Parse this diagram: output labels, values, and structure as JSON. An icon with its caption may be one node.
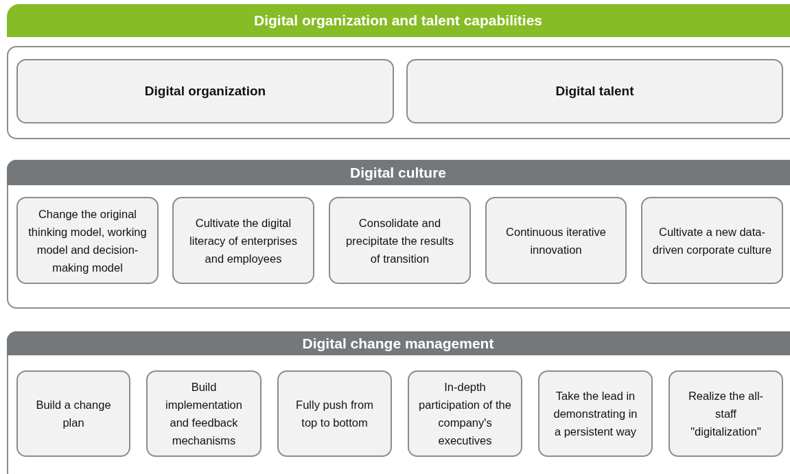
{
  "diagram": {
    "nodes": [
      {
        "text": [
          "Digital organization and talent capabilities"
        ]
      },
      {
        "text": [
          "Digital organization"
        ],
        "in": 0
      },
      {
        "text": [
          "Digital talent"
        ],
        "in": 0
      },
      {
        "text": [
          "Digital culture"
        ]
      },
      {
        "text": [
          "Change the original thinking model, working model and decision-making model"
        ],
        "in": 3
      },
      {
        "text": [
          "Cultivate the digital literacy of enterprises and employees"
        ],
        "in": 3
      },
      {
        "text": [
          "Consolidate and precipitate the results of transition"
        ],
        "in": 3
      },
      {
        "text": [
          "Continuous iterative innovation"
        ],
        "in": 3
      },
      {
        "text": [
          "Cultivate a new data-driven corporate culture"
        ],
        "in": 3
      },
      {
        "text": [
          "Digital change management"
        ]
      },
      {
        "text": [
          "Build a change plan"
        ],
        "in": 9
      },
      {
        "text": [
          "Build implementation and feedback mechanisms"
        ],
        "in": 9
      },
      {
        "text": [
          "Fully push from top to bottom"
        ],
        "in": 9
      },
      {
        "text": [
          "In-depth participation of the company's executives"
        ],
        "in": 9
      },
      {
        "text": [
          "Take the lead in demonstrating in a persistent way"
        ],
        "in": 9
      },
      {
        "text": [
          "Realize the all-staff \"digitalization\""
        ],
        "in": 9
      }
    ]
  }
}
